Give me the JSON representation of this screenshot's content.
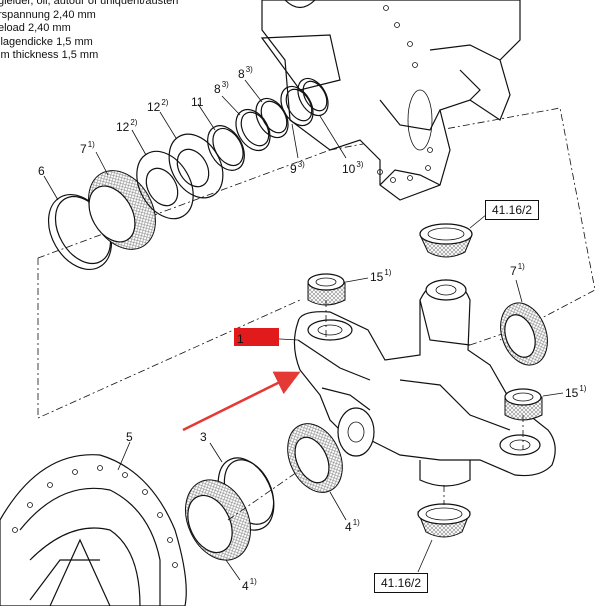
{
  "notes": [
    "gleider, oil, autour of uniquent/austen",
    "rspannung 2,40 mm",
    "eload 2,40 mm",
    "ilagendicke 1,5 mm",
    "im thickness 1,5 mm"
  ],
  "callouts": {
    "c6": {
      "num": "6",
      "sup": ""
    },
    "c7a": {
      "num": "7",
      "sup": "1)"
    },
    "c12a": {
      "num": "12",
      "sup": "2)"
    },
    "c12b": {
      "num": "12",
      "sup": "2)"
    },
    "c11": {
      "num": "11",
      "sup": ""
    },
    "c8a": {
      "num": "8",
      "sup": "3)"
    },
    "c8b": {
      "num": "8",
      "sup": "3)"
    },
    "c9": {
      "num": "9",
      "sup": "3)"
    },
    "c10": {
      "num": "10",
      "sup": "3)"
    },
    "c15a": {
      "num": "15",
      "sup": "1)"
    },
    "c7b": {
      "num": "7",
      "sup": "1)"
    },
    "c15b": {
      "num": "15",
      "sup": "1)"
    },
    "c1": {
      "num": "1",
      "sup": ""
    },
    "c5": {
      "num": "5",
      "sup": ""
    },
    "c3": {
      "num": "3",
      "sup": ""
    },
    "c4a": {
      "num": "4",
      "sup": "1)"
    },
    "c4b": {
      "num": "4",
      "sup": "1)"
    }
  },
  "refs": {
    "top": "41.16/2",
    "bottom": "41.16/2"
  },
  "colors": {
    "highlight": "#e11b1b",
    "arrow": "#e53935",
    "line": "#111111"
  }
}
